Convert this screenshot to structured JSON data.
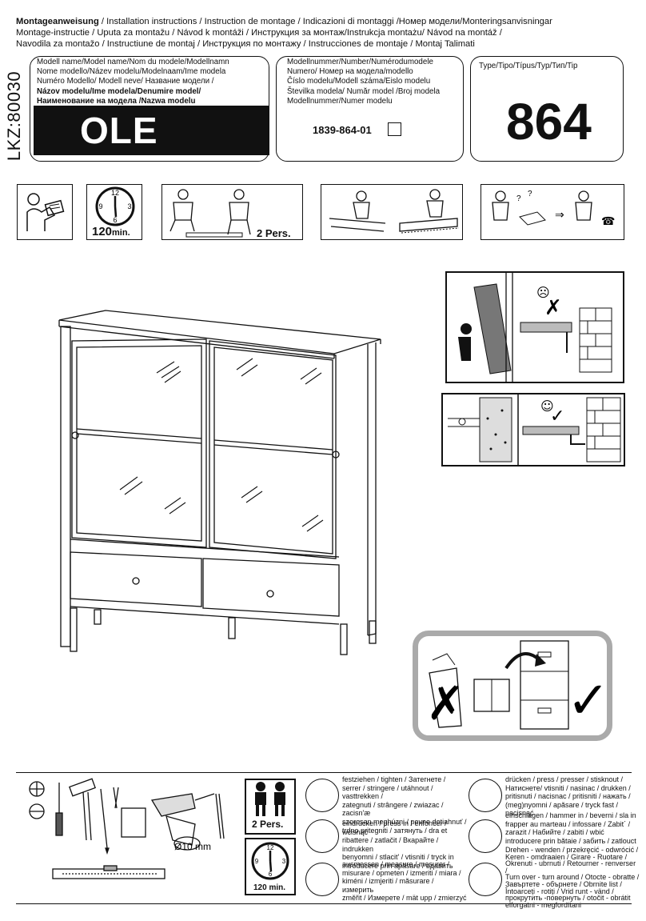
{
  "header": {
    "line1_bold": "Montageanweisung",
    "line1_rest": " / Installation instructions / Instruction de montage / Indicazioni di montaggi /Номер модели/Monteringsanvisningar",
    "line2": "Montage-instructie / Uputa za montažu / Návod k montáži / Инструкция за монтаж/Instrukcja montażu/ Návod na montáž /",
    "line3": "Navodila za montažo / Instructiune de montaj / Инструкция по монтажу     / Instrucciones de montaje / Montaj  Talimati"
  },
  "lkz": "LKZ:80030",
  "model_name": {
    "lines": [
      "Modell name/Model name/Nom du modele/Modellnamn",
      "Nome modello/Název modelu/Modelnaam/Ime modela",
      "Numéro Modello/ Modell neve/    Название модели /",
      "Názov modelu/Ime modela/Denumire model/",
      "Наименование на модела /Nazwa modelu"
    ],
    "value": "OLE"
  },
  "model_number": {
    "lines": [
      "Modellnummer/Number/Numérodumodele",
      "Numero/     Номер на модела/modello",
      "Číslo modelu/Modell száma/Eislo modelu",
      "Številka modela/  Număr model /Broj modela",
      "Modellnummer/Numer modelu"
    ],
    "value": "1839-864-01"
  },
  "type": {
    "label": "Type/Tipo/Típus/Typ/Тип/Tip",
    "value": "864"
  },
  "row1": {
    "time": "120",
    "time_unit": "min.",
    "persons": "2 Pers."
  },
  "tools": {
    "drill_label": "Ø10 mm",
    "persons": "2 Pers.",
    "time": "120 min."
  },
  "legend": {
    "tighten": "festziehen / tighten / Затегнете /\nserrer / stringere / utáhnout / vasttrekken /\nzategnuti / strângere / zwiazac / zacisn'æ\nszorosan meghúzni / pevne dotiahnuť /\ntrdno pritegniti / затянуть / dra et",
    "press": "eindrücken / press in / enfoncer / wcisnąć\nribattere / zatlačit / Вкарайте / indrukken\nbenyomni / stlacit' / vtisniti / tryck in\nintroducere prin apăsare / вдавить",
    "measure": "ausmessen / measure / mesurer /\nmisurare / opmeten / izmeriti / miara /\nkiméni / izmjeriti / măsurare / измерить\nzměřit / Измерете / mät upp / zmierzyć",
    "push": "drücken / press / presser / stisknout /\nНатиснете/ vtisniti / nasinac / drukken /\npritisnuti / nacisnac / pritisniti / нажать /\n(meg)nyomni / apăsare / tryck fast / nacisnąć",
    "hammer": "einschlagen / hammer in / beverni / sla in\nfrapper au marteau / infossare / Zabit´ /\nzarazit / Набийте / zabiti / wbić\nintroducere prin bătaie / забить / zatlouct",
    "turn": "Drehen - wenden / przekręcić - odwrócić /\nKeren - omdraaien / Girare - Ruotare /\nOkrenuti - ubrnuti / Retourner - renverser /\nTurn over - turn around / Otocte - obratte /\nЗавъртете - обърнете / Obrnite list /\nÎntoarceți - rotiți / Vrid runt - vänd /\nпрокрутить -повернуть / otočit - obrátit\nelforgatni - megfordítani"
  }
}
